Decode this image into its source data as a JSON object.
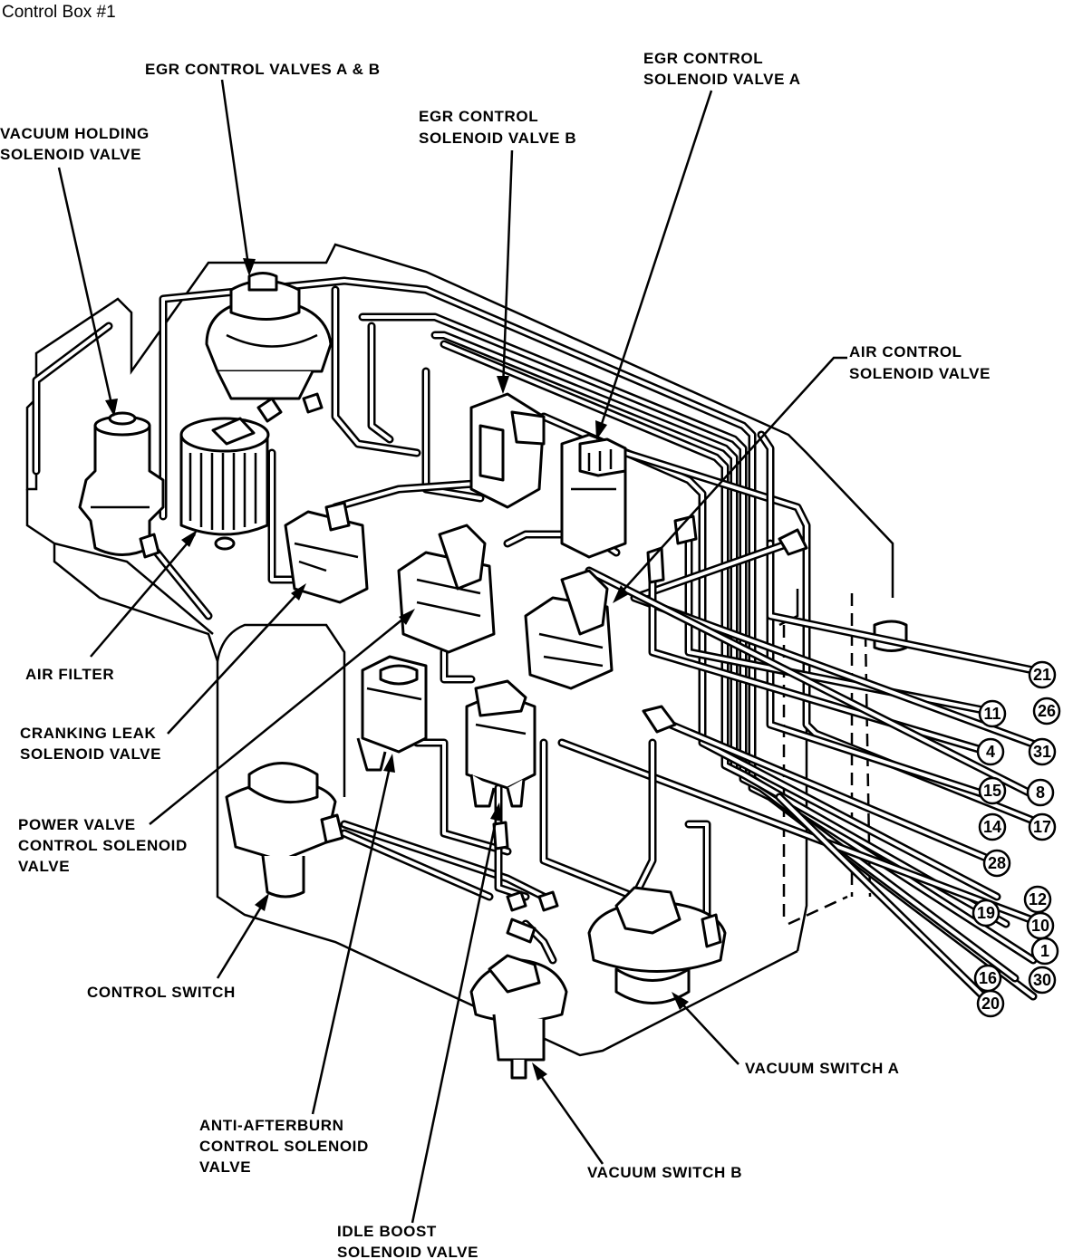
{
  "title": "Control Box #1",
  "labels": {
    "egr_valves": "EGR CONTROL  VALVES  A & B",
    "egr_sol_a_1": "EGR CONTROL",
    "egr_sol_a_2": "SOLENOID VALVE A",
    "egr_sol_b_1": "EGR CONTROL",
    "egr_sol_b_2": "SOLENOID VALVE B",
    "vac_hold_1": "VACUUM HOLDING",
    "vac_hold_2": "SOLENOID VALVE",
    "air_ctrl_1": "AIR CONTROL",
    "air_ctrl_2": "SOLENOID VALVE",
    "air_filter": "AIR FILTER",
    "crank_1": "CRANKING LEAK",
    "crank_2": "SOLENOID VALVE",
    "power_1": "POWER VALVE",
    "power_2": "CONTROL SOLENOID",
    "power_3": "VALVE",
    "control_switch": "CONTROL SWITCH",
    "anti_1": "ANTI-AFTERBURN",
    "anti_2": "CONTROL SOLENOID",
    "anti_3": "VALVE",
    "idle_1": "IDLE BOOST",
    "idle_2": "SOLENOID VALVE",
    "vac_a": "VACUUM SWITCH  A",
    "vac_b": "VACUUM SWITCH  B"
  },
  "hose_numbers": [
    "21",
    "26",
    "11",
    "31",
    "4",
    "8",
    "15",
    "17",
    "14",
    "28",
    "12",
    "19",
    "10",
    "1",
    "30",
    "16",
    "20"
  ]
}
